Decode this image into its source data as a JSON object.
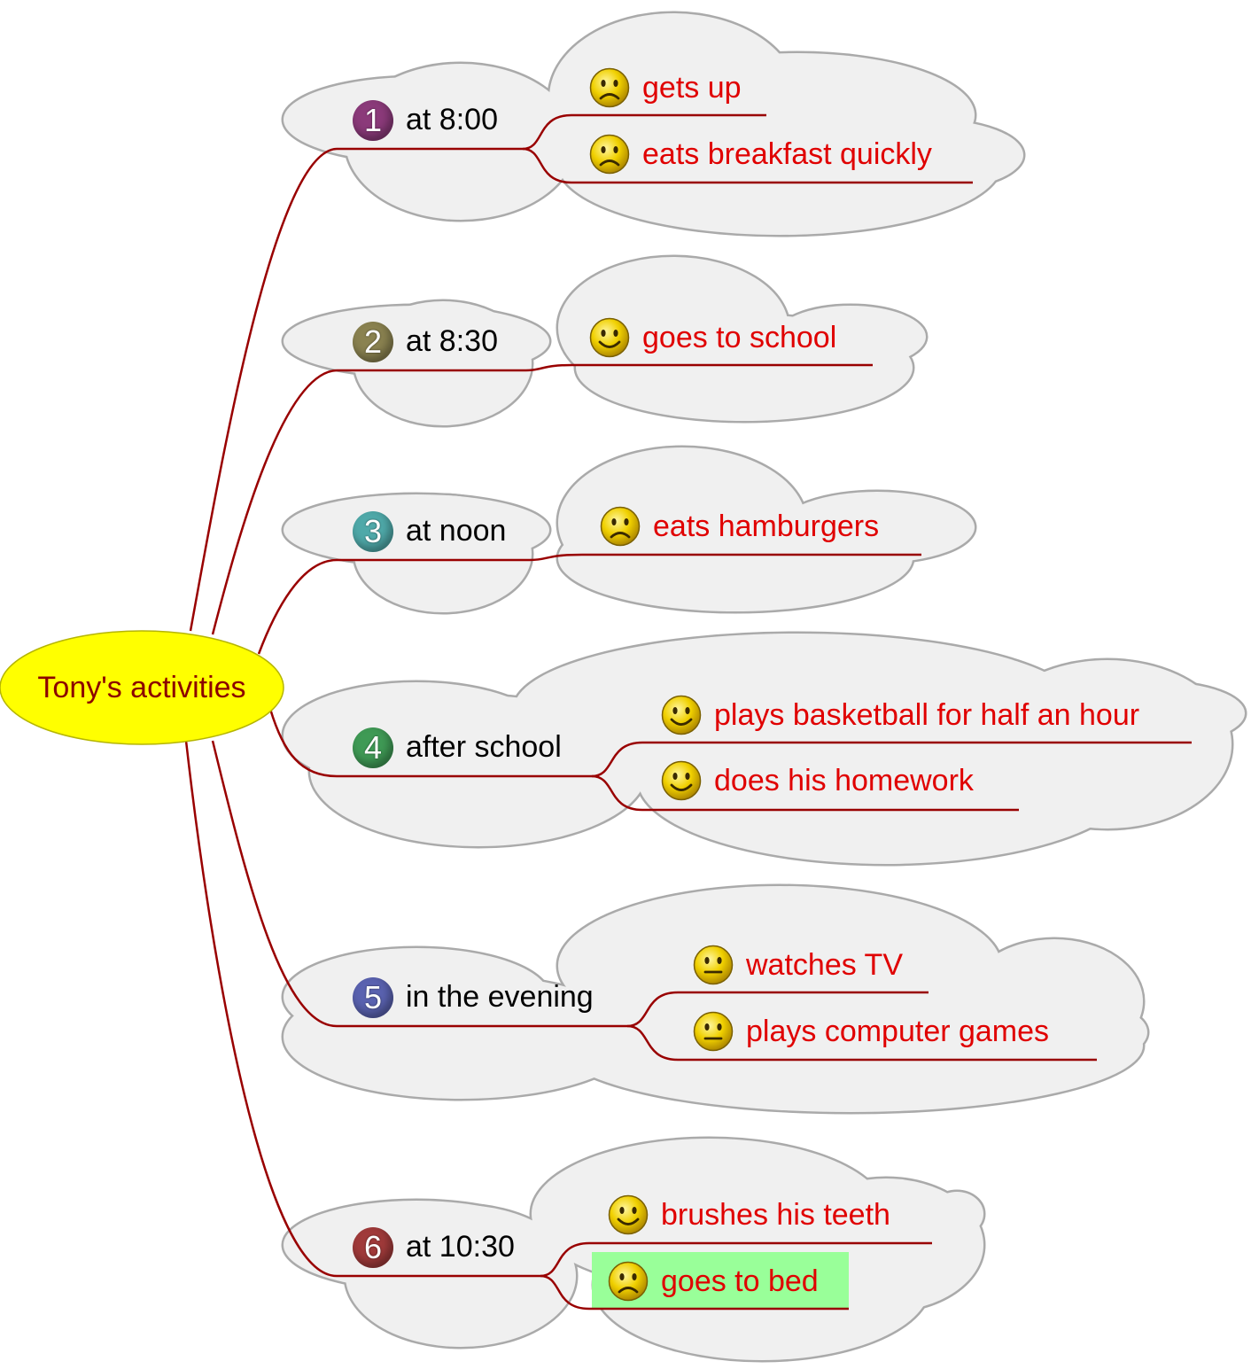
{
  "root": {
    "label": "Tony's activities",
    "fill": "#ffff00",
    "text_color": "#8b0000"
  },
  "colors": {
    "connector": "#990000",
    "cloud_fill": "#f0f0f0",
    "cloud_stroke": "#aaaaaa",
    "leaf_text": "#e00000",
    "highlight": "#99ff99"
  },
  "branches": [
    {
      "number": "1",
      "label": "at 8:00",
      "badge_color": "#8b3a7a",
      "leaves": [
        {
          "label": "gets up",
          "mood": "sad-face-icon"
        },
        {
          "label": "eats breakfast quickly",
          "mood": "sad-face-icon"
        }
      ]
    },
    {
      "number": "2",
      "label": "at 8:30",
      "badge_color": "#8a8250",
      "leaves": [
        {
          "label": "goes to school",
          "mood": "happy-face-icon"
        }
      ]
    },
    {
      "number": "3",
      "label": "at noon",
      "badge_color": "#4fa9a9",
      "leaves": [
        {
          "label": "eats hamburgers",
          "mood": "sad-face-icon"
        }
      ]
    },
    {
      "number": "4",
      "label": "after school",
      "badge_color": "#3f9a55",
      "leaves": [
        {
          "label": "plays basketball for half an hour",
          "mood": "happy-face-icon"
        },
        {
          "label": "does his homework",
          "mood": "happy-face-icon"
        }
      ]
    },
    {
      "number": "5",
      "label": "in the evening",
      "badge_color": "#5a62b0",
      "leaves": [
        {
          "label": "watches TV",
          "mood": "neutral-face-icon"
        },
        {
          "label": "plays computer games",
          "mood": "neutral-face-icon"
        }
      ]
    },
    {
      "number": "6",
      "label": "at 10:30",
      "badge_color": "#a03a3a",
      "leaves": [
        {
          "label": "brushes his teeth",
          "mood": "happy-face-icon"
        },
        {
          "label": "goes to bed",
          "mood": "sad-face-icon",
          "highlighted": true
        }
      ]
    }
  ]
}
